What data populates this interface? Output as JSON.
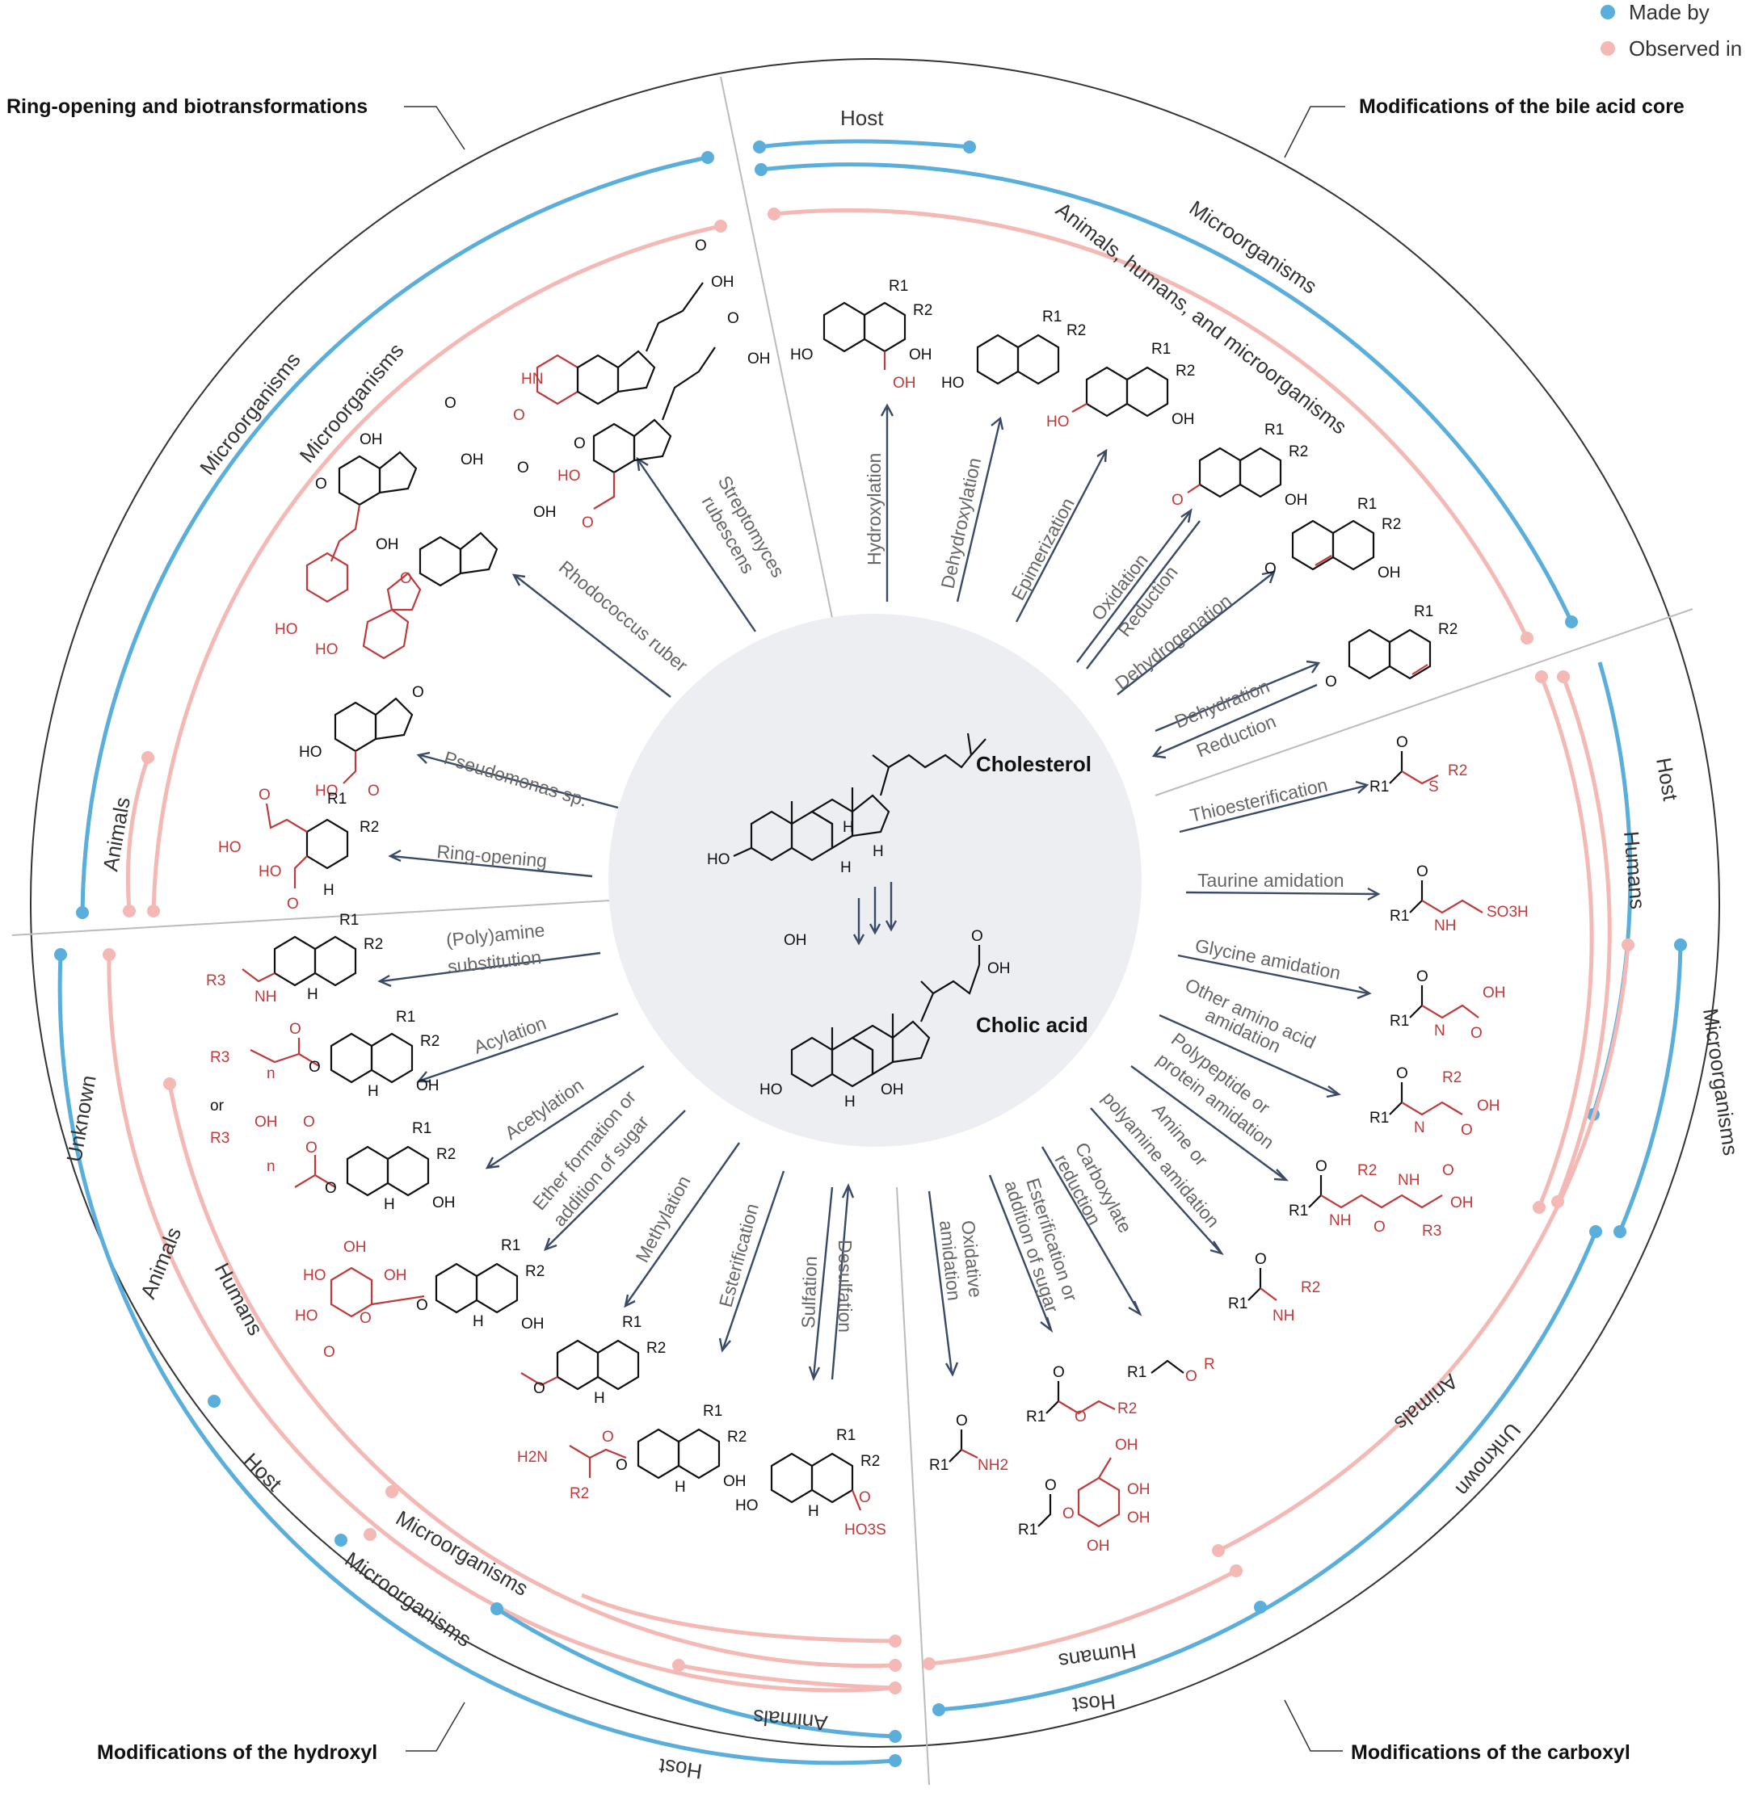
{
  "legend": {
    "made_by": "Made by",
    "observed_in": "Observed in",
    "colors": {
      "made_by": "#5aaedb",
      "observed_in": "#f4b9b5"
    }
  },
  "quadrants": {
    "top_left": "Ring-opening and biotransformations",
    "top_right": "Modifications of the bile acid core",
    "bottom_left": "Modifications of the hydroxyl",
    "bottom_right": "Modifications of the carboxyl"
  },
  "center": {
    "cholesterol": "Cholesterol",
    "cholic_acid": "Cholic acid"
  },
  "arc_labels": {
    "core_host": "Host",
    "core_microorganisms": "Microorganisms",
    "core_animals_humans_micro": "Animals, humans, and microorganisms",
    "ring_microorganisms_outer": "Microorganisms",
    "ring_microorganisms_inner": "Microorganisms",
    "ring_animals": "Animals",
    "carb_host_right": "Host",
    "carb_humans_right": "Humans",
    "carb_microorganisms": "Microorganisms",
    "carb_animals": "Animals",
    "carb_unknown": "Unknown",
    "carb_humans_bottom": "Humans",
    "carb_host_bottom": "Host",
    "hyd_unknown": "Unknown",
    "hyd_animals_left": "Animals",
    "hyd_humans": "Humans",
    "hyd_host_left": "Host",
    "hyd_microorganisms_inner": "Microorganisms",
    "hyd_microorganisms_outer": "Microorganisms",
    "hyd_animals_bottom": "Animals",
    "hyd_host_bottom": "Host"
  },
  "reactions": {
    "hydroxylation": "Hydroxylation",
    "dehydroxylation": "Dehydroxylation",
    "epimerization": "Epimerization",
    "oxidation": "Oxidation",
    "reduction_1": "Reduction",
    "dehydrogenation": "Dehydrogenation",
    "dehydration": "Dehydration",
    "reduction_2": "Reduction",
    "streptomyces_1": "Streptomyces",
    "streptomyces_2": "rubescens",
    "rhodococcus": "Rhodococcus ruber",
    "pseudomonas": "Pseudomonas sp.",
    "ring_opening": "Ring-opening",
    "thioesterification": "Thioesterification",
    "taurine": "Taurine amidation",
    "glycine": "Glycine amidation",
    "other_aa_1": "Other amino acid",
    "other_aa_2": "amidation",
    "polypeptide_1": "Polypeptide or",
    "polypeptide_2": "protein amidation",
    "amine_1": "Amine or",
    "amine_2": "polyamine amidation",
    "carboxylate_1": "Carboxylate",
    "carboxylate_2": "reduction",
    "ester_sugar_1": "Esterification or",
    "ester_sugar_2": "addition of sugar",
    "oxidative_1": "Oxidative",
    "oxidative_2": "amidation",
    "polyamine_1": "(Poly)amine",
    "polyamine_2": "substitution",
    "acylation": "Acylation",
    "acetylation": "Acetylation",
    "ether_1": "Ether formation or",
    "ether_2": "addition of sugar",
    "methylation": "Methylation",
    "esterification": "Esterification",
    "sulfation": "Sulfation",
    "desulfation": "Desulfation"
  },
  "atoms": {
    "oh": "OH",
    "ho": "HO",
    "h": "H",
    "o": "O",
    "nh": "NH",
    "hn": "HN",
    "n": "N",
    "s": "S",
    "r": "R",
    "r1": "R1",
    "r2": "R2",
    "r3": "R3",
    "so3h": "SO3H",
    "nh2": "NH2",
    "h2n": "H2N",
    "ho3s": "HO3S",
    "or": "or",
    "n_sub": "n"
  }
}
